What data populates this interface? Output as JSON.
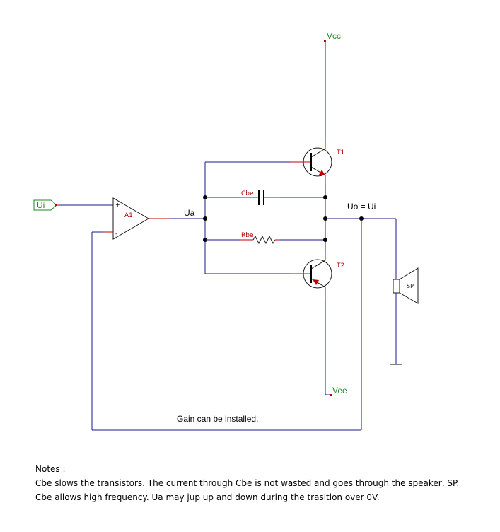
{
  "schematic": {
    "input_label": "Ui",
    "amp": {
      "ref": "A1",
      "plus": "+",
      "minus": "-"
    },
    "net_ua": "Ua",
    "net_uo": "Uo = Ui",
    "vcc": "Vcc",
    "vee": "Vee",
    "t1": "T1",
    "t2": "T2",
    "cbe": "Cbe",
    "rbe": "Rbe",
    "speaker": "SP",
    "feedback_note": "Gain can be installed."
  },
  "notes": {
    "heading": "Notes :",
    "lines": [
      "Cbe slows the transistors. The current through Cbe is not wasted and goes through the speaker, SP.",
      "Cbe allows high frequency. Ua may jup up and down during the trasition over 0V."
    ]
  }
}
